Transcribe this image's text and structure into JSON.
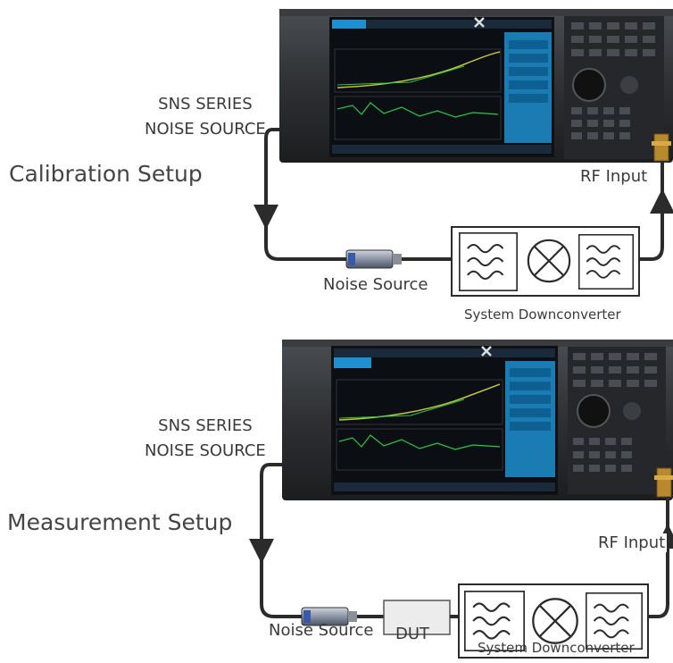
{
  "calibration": {
    "title": "Calibration Setup",
    "sns_line1": "SNS SERIES",
    "sns_line2": "NOISE SOURCE",
    "rf_input": "RF Input",
    "noise_source": "Noise Source",
    "downconverter": "System Downconverter"
  },
  "measurement": {
    "title": "Measurement Setup",
    "sns_line1": "SNS SERIES",
    "sns_line2": "NOISE SOURCE",
    "rf_input": "RF Input",
    "noise_source": "Noise Source",
    "dut": "DUT",
    "downconverter": "System Downconverter"
  },
  "colors": {
    "cable": "#2b2b2b",
    "analyzer_body": "#2e3033",
    "screen": "#0b0f14",
    "screen_panel": "#1f8fd0",
    "trace_green": "#27c94a",
    "trace_yellow": "#c8c43a",
    "noise_source_blue": "#3a5aa8"
  }
}
